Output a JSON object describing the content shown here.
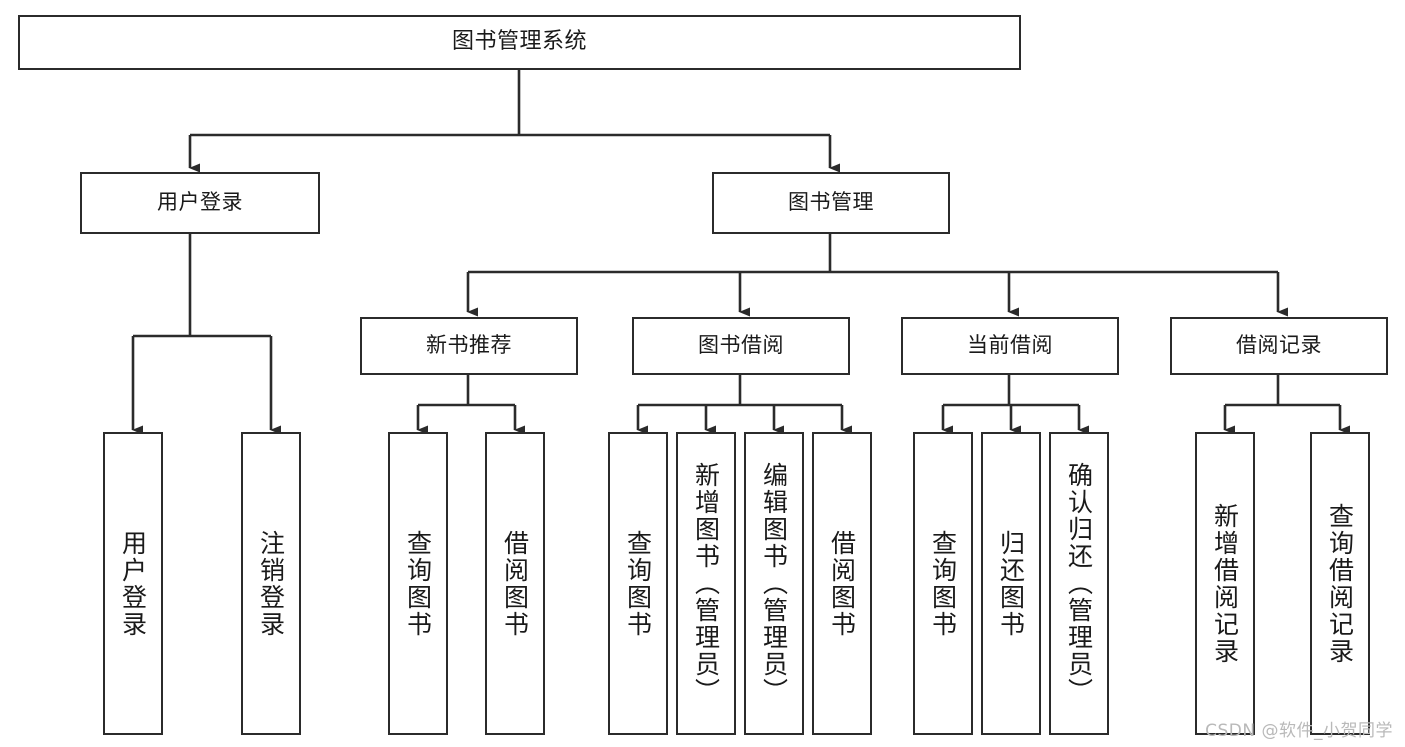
{
  "diagram": {
    "type": "tree",
    "title": "图书管理系统",
    "watermark": "CSDN @软件_小贺同学",
    "line_color": "#2b2b2b",
    "background_color": "#ffffff",
    "text_color": "#1a1a1a",
    "watermark_color": "#b9b9b9"
  },
  "nodes": {
    "root": {
      "label": "图书管理系统"
    },
    "level1": [
      {
        "label": "用户登录"
      },
      {
        "label": "图书管理"
      }
    ],
    "level2": [
      {
        "label": "新书推荐"
      },
      {
        "label": "图书借阅"
      },
      {
        "label": "当前借阅"
      },
      {
        "label": "借阅记录"
      }
    ],
    "leaves_user_login": [
      {
        "label": "用户登录"
      },
      {
        "label": "注销登录"
      }
    ],
    "leaves_new_book": [
      {
        "label": "查询图书"
      },
      {
        "label": "借阅图书"
      }
    ],
    "leaves_borrow": [
      {
        "label": "查询图书"
      },
      {
        "label": "新增图书（管理员）"
      },
      {
        "label": "编辑图书（管理员）"
      },
      {
        "label": "借阅图书"
      }
    ],
    "leaves_current": [
      {
        "label": "查询图书"
      },
      {
        "label": "归还图书"
      },
      {
        "label": "确认归还（管理员）"
      }
    ],
    "leaves_records": [
      {
        "label": "新增借阅记录"
      },
      {
        "label": "查询借阅记录"
      }
    ]
  }
}
